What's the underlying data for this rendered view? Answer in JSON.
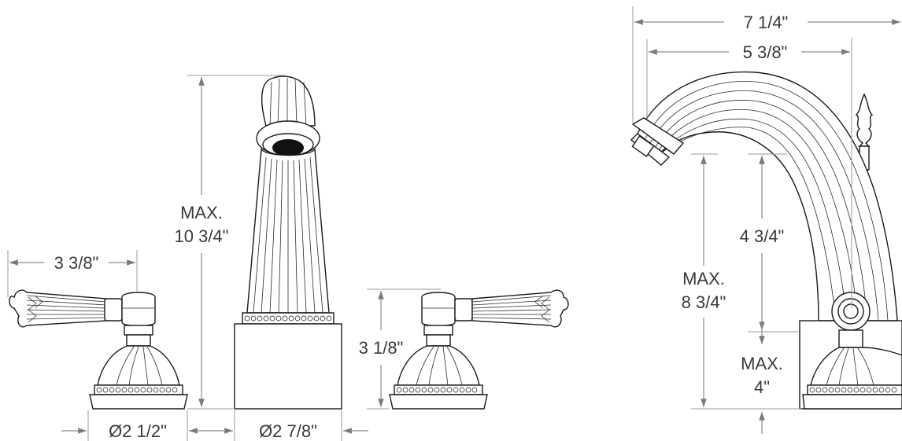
{
  "dimensions": {
    "spout_height": {
      "line1": "MAX.",
      "line2": "10 3/4\""
    },
    "handle_reach": "3 3/8\"",
    "handle_height": "3 1/8\"",
    "handle_base_dia": "Ø2 1/2\"",
    "spout_base_dia": "Ø2 7/8\"",
    "overall_reach": "7 1/4\"",
    "spout_reach": "5 3/8\"",
    "outlet_height": {
      "line1": "MAX.",
      "line2": "8 3/4\""
    },
    "outlet_clearance": "4 3/4\"",
    "deck_thickness": {
      "line1": "MAX.",
      "line2": "4\""
    }
  }
}
